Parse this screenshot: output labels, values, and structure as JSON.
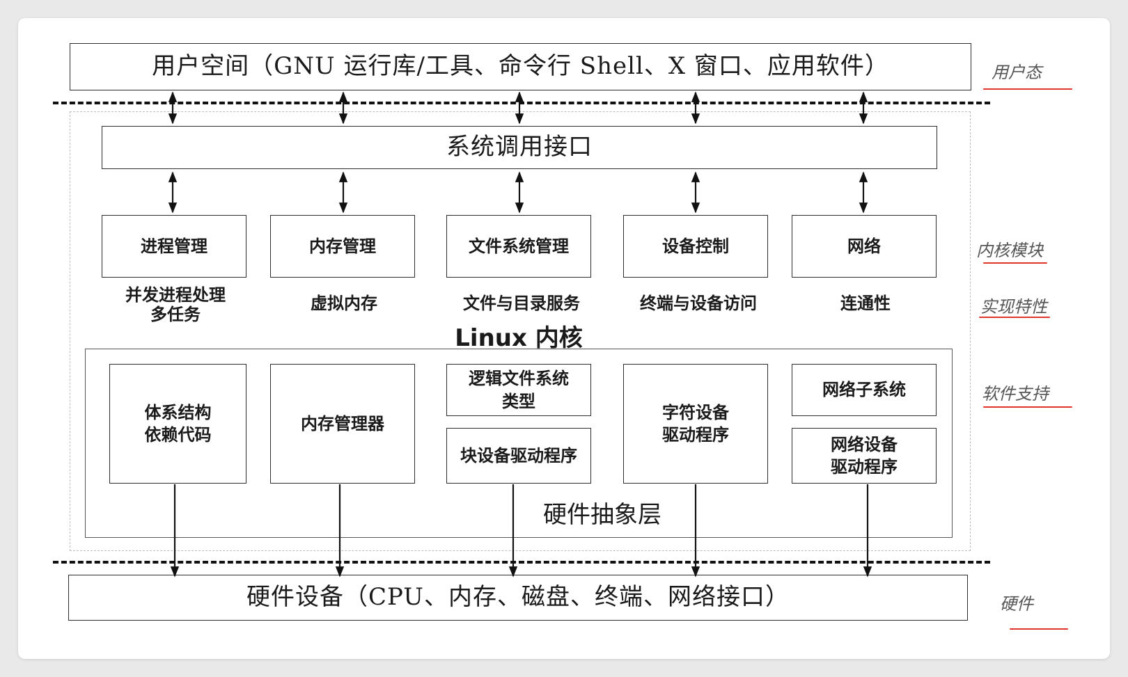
{
  "user_space": "用户空间（GNU 运行库/工具、命令行 Shell、X 窗口、应用软件）",
  "syscall": "系统调用接口",
  "modules": [
    "进程管理",
    "内存管理",
    "文件系统管理",
    "设备控制",
    "网络"
  ],
  "features": [
    [
      "并发进程处理",
      "多任务"
    ],
    [
      "虚拟内存"
    ],
    [
      "文件与目录服务"
    ],
    [
      "终端与设备访问"
    ],
    [
      "连通性"
    ]
  ],
  "kernel_label": "Linux 内核",
  "support": {
    "arch": [
      "体系结构",
      "依赖代码"
    ],
    "mm": "内存管理器",
    "logical_fs": [
      "逻辑文件系统",
      "类型"
    ],
    "block_driver": "块设备驱动程序",
    "char_driver": [
      "字符设备",
      "驱动程序"
    ],
    "net_subsystem": "网络子系统",
    "net_driver": [
      "网络设备",
      "驱动程序"
    ]
  },
  "hal": "硬件抽象层",
  "hardware": "硬件设备（CPU、内存、磁盘、终端、网络接口）",
  "side_labels": {
    "user_mode": "用户态",
    "kernel_modules": "内核模块",
    "features": "实现特性",
    "software_support": "软件支持",
    "hardware": "硬件"
  },
  "colors": {
    "annotation_underline": "#e0332a",
    "line": "#111111"
  }
}
